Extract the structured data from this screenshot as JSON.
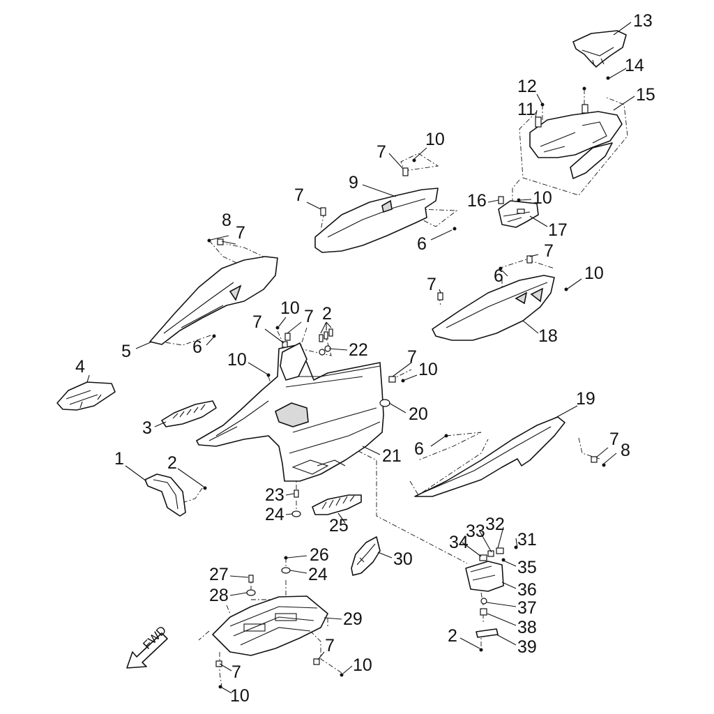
{
  "diagram": {
    "callouts": {
      "c1": "1",
      "c2a": "2",
      "c2b": "2",
      "c2c": "2",
      "c3": "3",
      "c4": "4",
      "c5": "5",
      "c6a": "6",
      "c6b": "6",
      "c6c": "6",
      "c6d": "6",
      "c7a": "7",
      "c7b": "7",
      "c7c": "7",
      "c7d": "7",
      "c7e": "7",
      "c7f": "7",
      "c7g": "7",
      "c7h": "7",
      "c7i": "7",
      "c7j": "7",
      "c7k": "7",
      "c8a": "8",
      "c8b": "8",
      "c9": "9",
      "c10a": "10",
      "c10b": "10",
      "c10c": "10",
      "c10d": "10",
      "c10e": "10",
      "c10f": "10",
      "c10g": "10",
      "c10h": "10",
      "c11": "11",
      "c12": "12",
      "c13": "13",
      "c14": "14",
      "c15": "15",
      "c16": "16",
      "c17": "17",
      "c18": "18",
      "c19": "19",
      "c20": "20",
      "c21": "21",
      "c22": "22",
      "c23": "23",
      "c24a": "24",
      "c24b": "24",
      "c25": "25",
      "c26": "26",
      "c27": "27",
      "c28": "28",
      "c29": "29",
      "c30": "30",
      "c31": "31",
      "c32": "32",
      "c33": "33",
      "c34": "34",
      "c35": "35",
      "c36": "36",
      "c37": "37",
      "c38": "38",
      "c39": "39"
    },
    "direction_label": "FWD"
  }
}
